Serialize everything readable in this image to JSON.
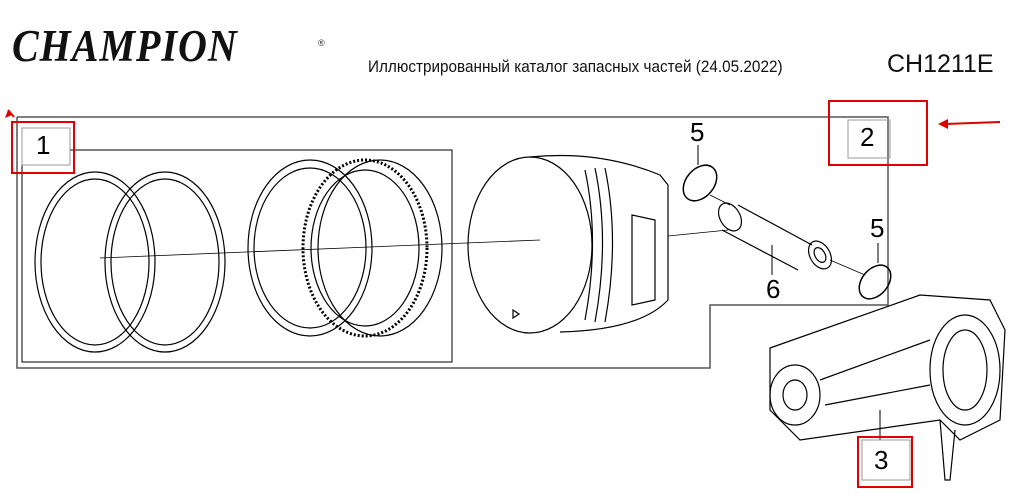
{
  "header": {
    "brand": "CHAMPION",
    "registered_mark": "®",
    "subtitle": "Иллюстрированный каталог запасных частей (24.05.2022)",
    "model": "CH1211E"
  },
  "callouts": {
    "c1": "1",
    "c2": "2",
    "c3": "3",
    "c5a": "5",
    "c5b": "5",
    "c6": "6"
  },
  "colors": {
    "highlight": "#e00000",
    "line": "#000000"
  }
}
